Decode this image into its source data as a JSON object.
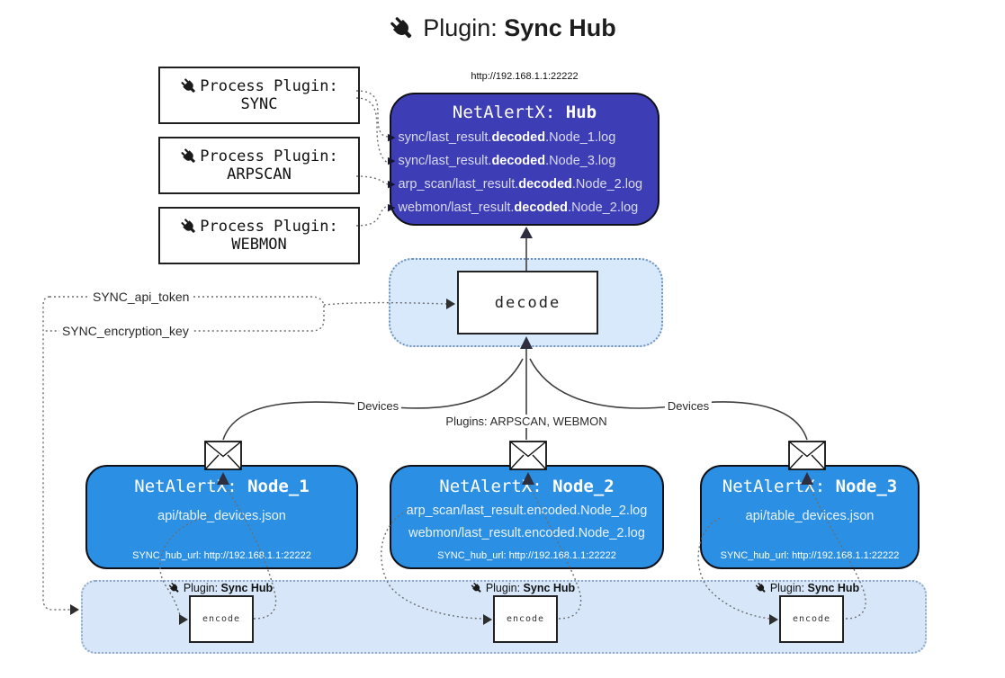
{
  "title": {
    "prefix": "Plugin: ",
    "bold": "Sync Hub"
  },
  "process_plugins": [
    {
      "label": "Process Plugin:",
      "name": "SYNC"
    },
    {
      "label": "Process Plugin:",
      "name": "ARPSCAN"
    },
    {
      "label": "Process Plugin:",
      "name": "WEBMON"
    }
  ],
  "hub": {
    "url": "http://192.168.1.1:22222",
    "title_prefix": "NetAlertX: ",
    "title_bold": "Hub",
    "arrow_icon": "▶",
    "lines": [
      {
        "pre": "sync/last_result.",
        "bold": "decoded",
        "post": ".Node_1.log"
      },
      {
        "pre": "sync/last_result.",
        "bold": "decoded",
        "post": ".Node_3.log"
      },
      {
        "pre": "arp_scan/last_result.",
        "bold": "decoded",
        "post": ".Node_2.log"
      },
      {
        "pre": "webmon/last_result.",
        "bold": "decoded",
        "post": ".Node_2.log"
      }
    ]
  },
  "decode": {
    "label": "decode"
  },
  "labels": {
    "sync_api_token": "SYNC_api_token",
    "sync_encryption_key": "SYNC_encryption_key",
    "devices_left": "Devices",
    "devices_right": "Devices",
    "plugins_center": "Plugins: ARPSCAN, WEBMON"
  },
  "nodes": [
    {
      "title_prefix": "NetAlertX: ",
      "title_bold": "Node_1",
      "lines": [
        "api/table_devices.json"
      ],
      "hub_url": "SYNC_hub_url: http://192.168.1.1:22222"
    },
    {
      "title_prefix": "NetAlertX: ",
      "title_bold": "Node_2",
      "lines": [
        "arp_scan/last_result.encoded.Node_2.log",
        "webmon/last_result.encoded.Node_2.log"
      ],
      "hub_url": "SYNC_hub_url: http://192.168.1.1:22222"
    },
    {
      "title_prefix": "NetAlertX: ",
      "title_bold": "Node_3",
      "lines": [
        "api/table_devices.json"
      ],
      "hub_url": "SYNC_hub_url: http://192.168.1.1:22222"
    }
  ],
  "encode_band": {
    "plugin_label_prefix": "Plugin: ",
    "plugin_label_bold": "Sync Hub",
    "encode_label": "encode"
  },
  "colors": {
    "hub_fill": "#3d3db5",
    "node_fill": "#2b90e4",
    "band_fill": "#d7e7f9",
    "band_border": "#8fa9c7",
    "decode_container_fill": "#d7e9fb",
    "solid_line": "#3f3f3f",
    "dotted_line": "#6d6d6d"
  }
}
